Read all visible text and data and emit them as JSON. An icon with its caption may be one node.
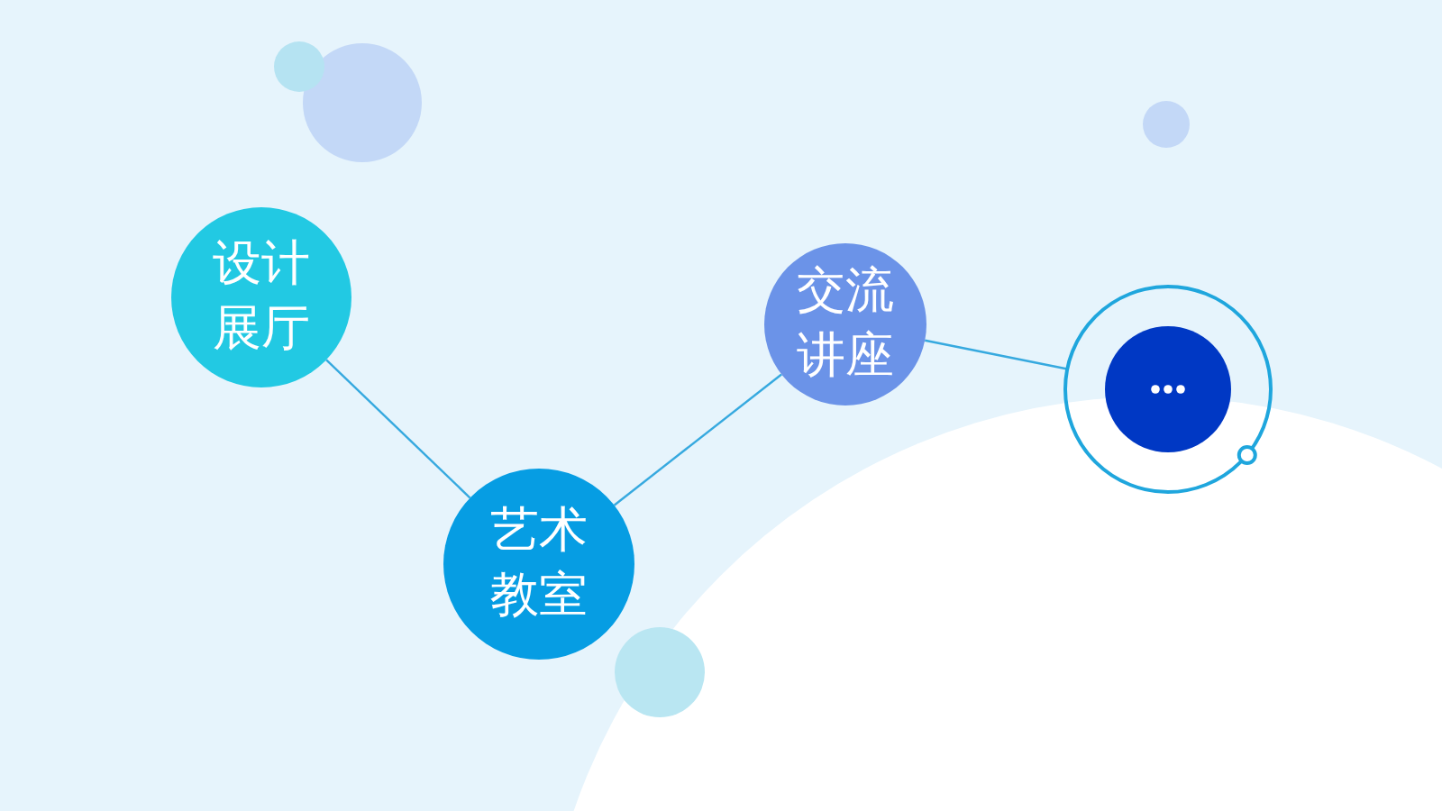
{
  "diagram": {
    "nodes": [
      {
        "text": [
          "设计展厅"
        ]
      },
      {
        "text": [
          "艺术教室"
        ]
      },
      {
        "text": [
          "交流讲座"
        ]
      },
      {
        "text": [],
        "shape": "circle"
      }
    ],
    "edges": [
      {
        "from": 0,
        "to": 1,
        "arrow": "none"
      },
      {
        "from": 1,
        "to": 2,
        "arrow": "none"
      },
      {
        "from": 2,
        "to": 3,
        "arrow": "none"
      }
    ]
  }
}
